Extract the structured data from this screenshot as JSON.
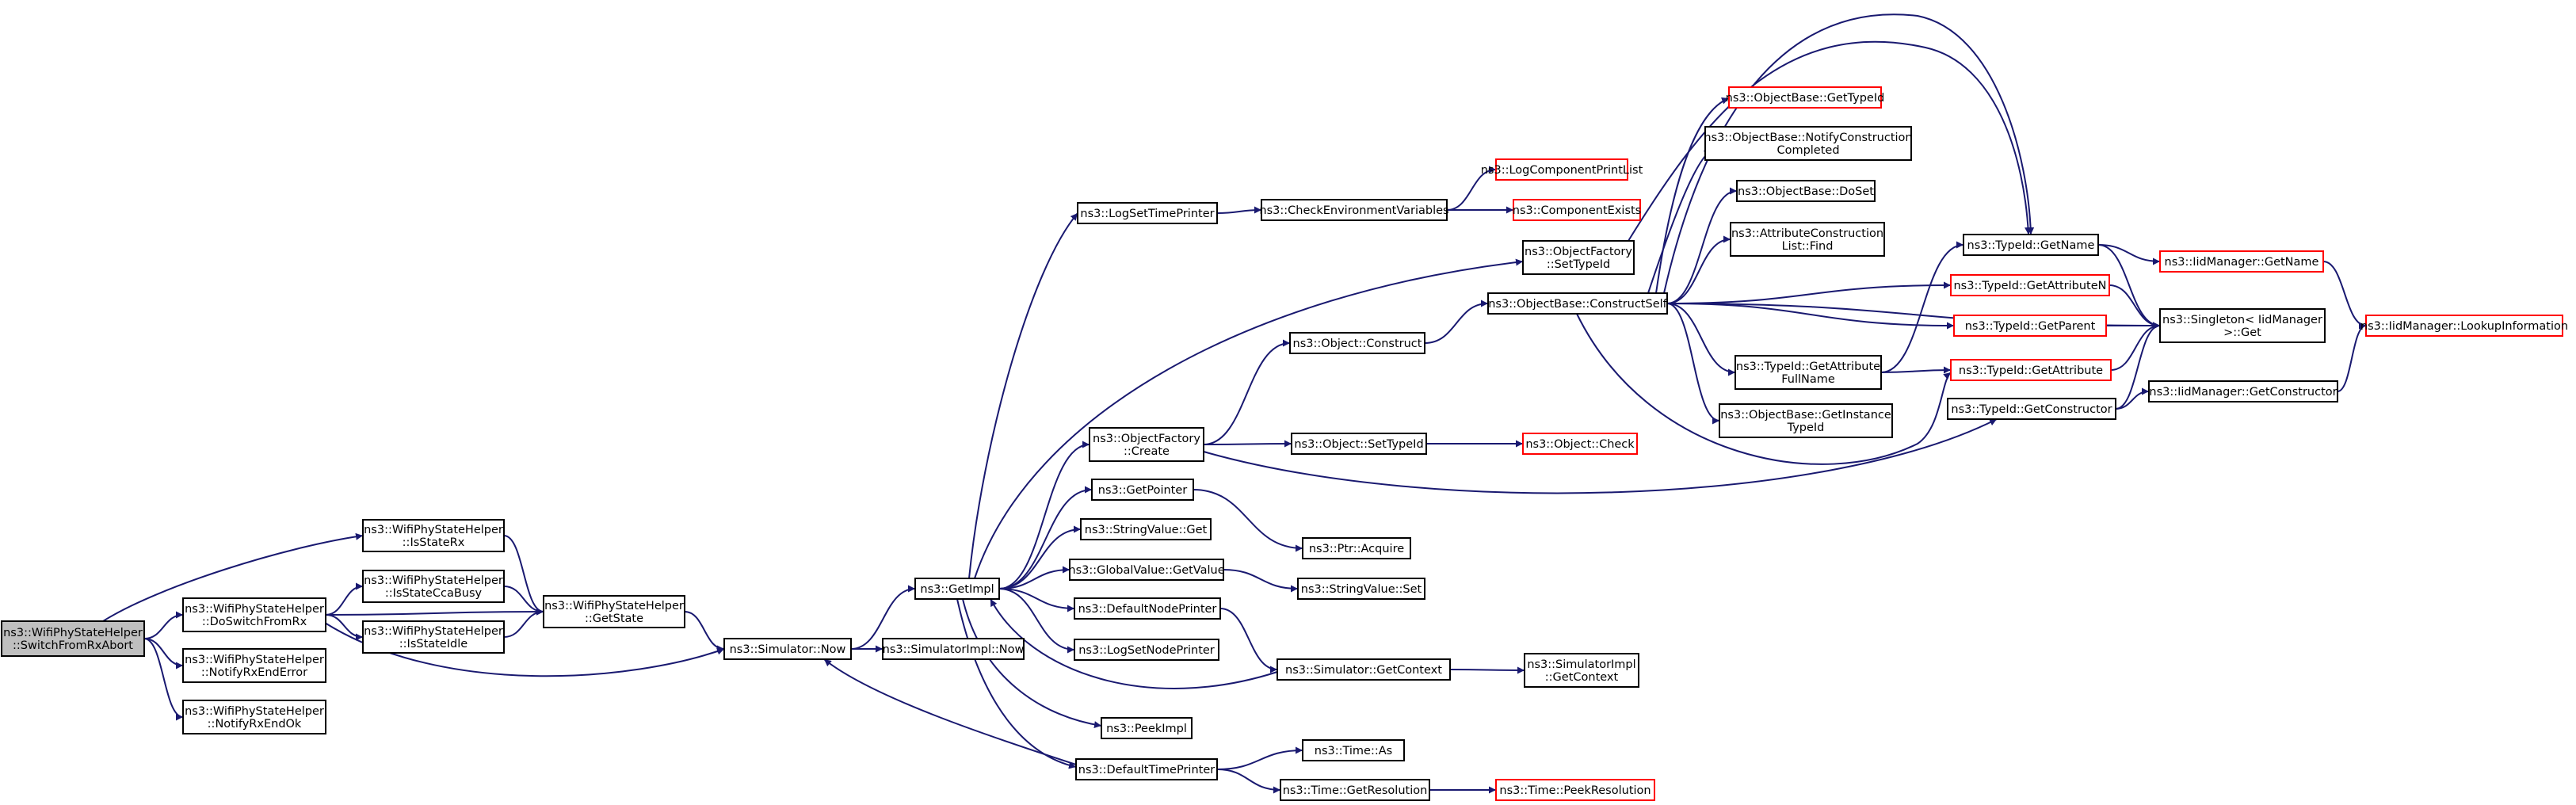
{
  "colors": {
    "edge": "#191970",
    "node_border": "#000000",
    "external_border": "#ff0000",
    "root_fill": "#bfbfbf"
  },
  "nodes": [
    {
      "id": "switchfromrxabort",
      "lines": [
        "ns3::WifiPhyStateHelper",
        "::SwitchFromRxAbort"
      ],
      "kind": "root"
    },
    {
      "id": "doswitchfromrx",
      "lines": [
        "ns3::WifiPhyStateHelper",
        "::DoSwitchFromRx"
      ],
      "kind": "normal"
    },
    {
      "id": "notifyrxenderror",
      "lines": [
        "ns3::WifiPhyStateHelper",
        "::NotifyRxEndError"
      ],
      "kind": "normal"
    },
    {
      "id": "notifyrxendok",
      "lines": [
        "ns3::WifiPhyStateHelper",
        "::NotifyRxEndOk"
      ],
      "kind": "normal"
    },
    {
      "id": "isstaterx",
      "lines": [
        "ns3::WifiPhyStateHelper",
        "::IsStateRx"
      ],
      "kind": "normal"
    },
    {
      "id": "isstateccabusy",
      "lines": [
        "ns3::WifiPhyStateHelper",
        "::IsStateCcaBusy"
      ],
      "kind": "normal"
    },
    {
      "id": "isstateidle",
      "lines": [
        "ns3::WifiPhyStateHelper",
        "::IsStateIdle"
      ],
      "kind": "normal"
    },
    {
      "id": "getstate",
      "lines": [
        "ns3::WifiPhyStateHelper",
        "::GetState"
      ],
      "kind": "normal"
    },
    {
      "id": "simnow",
      "lines": [
        "ns3::Simulator::Now"
      ],
      "kind": "normal"
    },
    {
      "id": "simimplnow",
      "lines": [
        "ns3::SimulatorImpl::Now"
      ],
      "kind": "normal"
    },
    {
      "id": "getimpl",
      "lines": [
        "ns3::GetImpl"
      ],
      "kind": "normal"
    },
    {
      "id": "logsettimeprinter",
      "lines": [
        "ns3::LogSetTimePrinter"
      ],
      "kind": "normal"
    },
    {
      "id": "checkenv",
      "lines": [
        "ns3::CheckEnvironmentVariables"
      ],
      "kind": "normal"
    },
    {
      "id": "logcompprintlist",
      "lines": [
        "ns3::LogComponentPrintList"
      ],
      "kind": "external"
    },
    {
      "id": "compexists",
      "lines": [
        "ns3::ComponentExists"
      ],
      "kind": "external"
    },
    {
      "id": "ofsettypeid",
      "lines": [
        "ns3::ObjectFactory",
        "::SetTypeId"
      ],
      "kind": "normal"
    },
    {
      "id": "constructself",
      "lines": [
        "ns3::ObjectBase::ConstructSelf"
      ],
      "kind": "normal"
    },
    {
      "id": "objconstruct",
      "lines": [
        "ns3::Object::Construct"
      ],
      "kind": "normal"
    },
    {
      "id": "ofcreate",
      "lines": [
        "ns3::ObjectFactory",
        "::Create"
      ],
      "kind": "normal"
    },
    {
      "id": "objsettypeid",
      "lines": [
        "ns3::Object::SetTypeId"
      ],
      "kind": "normal"
    },
    {
      "id": "objcheck",
      "lines": [
        "ns3::Object::Check"
      ],
      "kind": "external"
    },
    {
      "id": "getpointer",
      "lines": [
        "ns3::GetPointer"
      ],
      "kind": "normal"
    },
    {
      "id": "ptracquire",
      "lines": [
        "ns3::Ptr::Acquire"
      ],
      "kind": "normal"
    },
    {
      "id": "stringvalueget",
      "lines": [
        "ns3::StringValue::Get"
      ],
      "kind": "normal"
    },
    {
      "id": "globalvalueget",
      "lines": [
        "ns3::GlobalValue::GetValue"
      ],
      "kind": "normal"
    },
    {
      "id": "stringvalueset",
      "lines": [
        "ns3::StringValue::Set"
      ],
      "kind": "normal"
    },
    {
      "id": "defaultnodeprinter",
      "lines": [
        "ns3::DefaultNodePrinter"
      ],
      "kind": "normal"
    },
    {
      "id": "logsetnodeprinter",
      "lines": [
        "ns3::LogSetNodePrinter"
      ],
      "kind": "normal"
    },
    {
      "id": "simgetcontext",
      "lines": [
        "ns3::Simulator::GetContext"
      ],
      "kind": "normal"
    },
    {
      "id": "simimplgetcontext",
      "lines": [
        "ns3::SimulatorImpl",
        "::GetContext"
      ],
      "kind": "normal"
    },
    {
      "id": "peekimpl",
      "lines": [
        "ns3::PeekImpl"
      ],
      "kind": "normal"
    },
    {
      "id": "defaulttimeprinter",
      "lines": [
        "ns3::DefaultTimePrinter"
      ],
      "kind": "normal"
    },
    {
      "id": "timeas",
      "lines": [
        "ns3::Time::As"
      ],
      "kind": "normal"
    },
    {
      "id": "timegetres",
      "lines": [
        "ns3::Time::GetResolution"
      ],
      "kind": "normal"
    },
    {
      "id": "timepeekres",
      "lines": [
        "ns3::Time::PeekResolution"
      ],
      "kind": "external"
    },
    {
      "id": "obgettypeid",
      "lines": [
        "ns3::ObjectBase::GetTypeId"
      ],
      "kind": "external"
    },
    {
      "id": "obnotify",
      "lines": [
        "ns3::ObjectBase::NotifyConstruction",
        "Completed"
      ],
      "kind": "normal"
    },
    {
      "id": "obdoset",
      "lines": [
        "ns3::ObjectBase::DoSet"
      ],
      "kind": "normal"
    },
    {
      "id": "acfind",
      "lines": [
        "ns3::AttributeConstruction",
        "List::Find"
      ],
      "kind": "normal"
    },
    {
      "id": "getattrfullname",
      "lines": [
        "ns3::TypeId::GetAttribute",
        "FullName"
      ],
      "kind": "normal"
    },
    {
      "id": "getinstancetypeid",
      "lines": [
        "ns3::ObjectBase::GetInstance",
        "TypeId"
      ],
      "kind": "normal"
    },
    {
      "id": "typeidgetname",
      "lines": [
        "ns3::TypeId::GetName"
      ],
      "kind": "normal"
    },
    {
      "id": "typeidgetattrn",
      "lines": [
        "ns3::TypeId::GetAttributeN"
      ],
      "kind": "external"
    },
    {
      "id": "typeidgetparent",
      "lines": [
        "ns3::TypeId::GetParent"
      ],
      "kind": "external"
    },
    {
      "id": "typeidgetattr",
      "lines": [
        "ns3::TypeId::GetAttribute"
      ],
      "kind": "external"
    },
    {
      "id": "typeidgetconstructor",
      "lines": [
        "ns3::TypeId::GetConstructor"
      ],
      "kind": "normal"
    },
    {
      "id": "iidgetname",
      "lines": [
        "ns3::IidManager::GetName"
      ],
      "kind": "external"
    },
    {
      "id": "singletonget",
      "lines": [
        "ns3::Singleton< IidManager",
        ">::Get"
      ],
      "kind": "normal"
    },
    {
      "id": "iidgetconstructor",
      "lines": [
        "ns3::IidManager::GetConstructor"
      ],
      "kind": "normal"
    },
    {
      "id": "lookupinfo",
      "lines": [
        "ns3::IidManager::LookupInformation"
      ],
      "kind": "external"
    }
  ],
  "edges": [
    [
      "switchfromrxabort",
      "isstaterx"
    ],
    [
      "switchfromrxabort",
      "doswitchfromrx"
    ],
    [
      "switchfromrxabort",
      "notifyrxenderror"
    ],
    [
      "switchfromrxabort",
      "notifyrxendok"
    ],
    [
      "doswitchfromrx",
      "isstateccabusy"
    ],
    [
      "doswitchfromrx",
      "isstateidle"
    ],
    [
      "doswitchfromrx",
      "getstate"
    ],
    [
      "doswitchfromrx",
      "simnow"
    ],
    [
      "isstaterx",
      "getstate"
    ],
    [
      "isstateccabusy",
      "getstate"
    ],
    [
      "isstateidle",
      "getstate"
    ],
    [
      "getstate",
      "simnow"
    ],
    [
      "simnow",
      "getimpl"
    ],
    [
      "simnow",
      "simimplnow"
    ],
    [
      "getimpl",
      "logsettimeprinter"
    ],
    [
      "getimpl",
      "ofsettypeid"
    ],
    [
      "getimpl",
      "ofcreate"
    ],
    [
      "getimpl",
      "getpointer"
    ],
    [
      "getimpl",
      "stringvalueget"
    ],
    [
      "getimpl",
      "globalvalueget"
    ],
    [
      "getimpl",
      "defaultnodeprinter"
    ],
    [
      "getimpl",
      "logsetnodeprinter"
    ],
    [
      "getimpl",
      "peekimpl"
    ],
    [
      "getimpl",
      "defaulttimeprinter"
    ],
    [
      "logsettimeprinter",
      "checkenv"
    ],
    [
      "checkenv",
      "logcompprintlist"
    ],
    [
      "checkenv",
      "compexists"
    ],
    [
      "ofcreate",
      "objconstruct"
    ],
    [
      "ofcreate",
      "objsettypeid"
    ],
    [
      "ofcreate",
      "typeidgetconstructor"
    ],
    [
      "objconstruct",
      "constructself"
    ],
    [
      "objsettypeid",
      "objcheck"
    ],
    [
      "getpointer",
      "ptracquire"
    ],
    [
      "globalvalueget",
      "stringvalueset"
    ],
    [
      "defaultnodeprinter",
      "simgetcontext"
    ],
    [
      "simgetcontext",
      "getimpl"
    ],
    [
      "simgetcontext",
      "simimplgetcontext"
    ],
    [
      "defaulttimeprinter",
      "simnow"
    ],
    [
      "defaulttimeprinter",
      "timeas"
    ],
    [
      "defaulttimeprinter",
      "timegetres"
    ],
    [
      "timegetres",
      "timepeekres"
    ],
    [
      "ofsettypeid",
      "typeidgetname"
    ],
    [
      "constructself",
      "obgettypeid"
    ],
    [
      "constructself",
      "obnotify"
    ],
    [
      "constructself",
      "obdoset"
    ],
    [
      "constructself",
      "acfind"
    ],
    [
      "constructself",
      "getattrfullname"
    ],
    [
      "constructself",
      "getinstancetypeid"
    ],
    [
      "constructself",
      "typeidgetname"
    ],
    [
      "constructself",
      "typeidgetattrn"
    ],
    [
      "constructself",
      "typeidgetparent"
    ],
    [
      "constructself",
      "typeidgetattr"
    ],
    [
      "constructself",
      "singletonget"
    ],
    [
      "getattrfullname",
      "typeidgetname"
    ],
    [
      "getattrfullname",
      "typeidgetattr"
    ],
    [
      "typeidgetname",
      "iidgetname"
    ],
    [
      "typeidgetname",
      "singletonget"
    ],
    [
      "typeidgetattrn",
      "singletonget"
    ],
    [
      "typeidgetparent",
      "singletonget"
    ],
    [
      "typeidgetattr",
      "singletonget"
    ],
    [
      "typeidgetconstructor",
      "singletonget"
    ],
    [
      "typeidgetconstructor",
      "iidgetconstructor"
    ],
    [
      "iidgetname",
      "lookupinfo"
    ],
    [
      "iidgetconstructor",
      "lookupinfo"
    ]
  ]
}
